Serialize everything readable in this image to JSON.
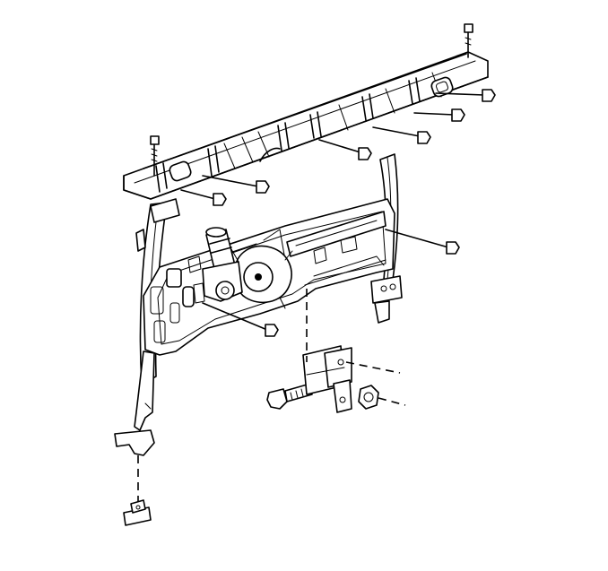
{
  "diagram": {
    "parts": [
      {
        "name": "upper-channel-rail",
        "icon": "rail-icon"
      },
      {
        "name": "window-regulator-panel",
        "icon": "panel-icon"
      },
      {
        "name": "regulator-motor",
        "icon": "motor-icon"
      },
      {
        "name": "mounting-bracket",
        "icon": "bracket-icon"
      },
      {
        "name": "bolt",
        "icon": "bolt-icon"
      },
      {
        "name": "nut",
        "icon": "nut-icon"
      },
      {
        "name": "lower-clip",
        "icon": "clip-icon"
      }
    ],
    "line_color": "#000000",
    "background": "#ffffff"
  }
}
